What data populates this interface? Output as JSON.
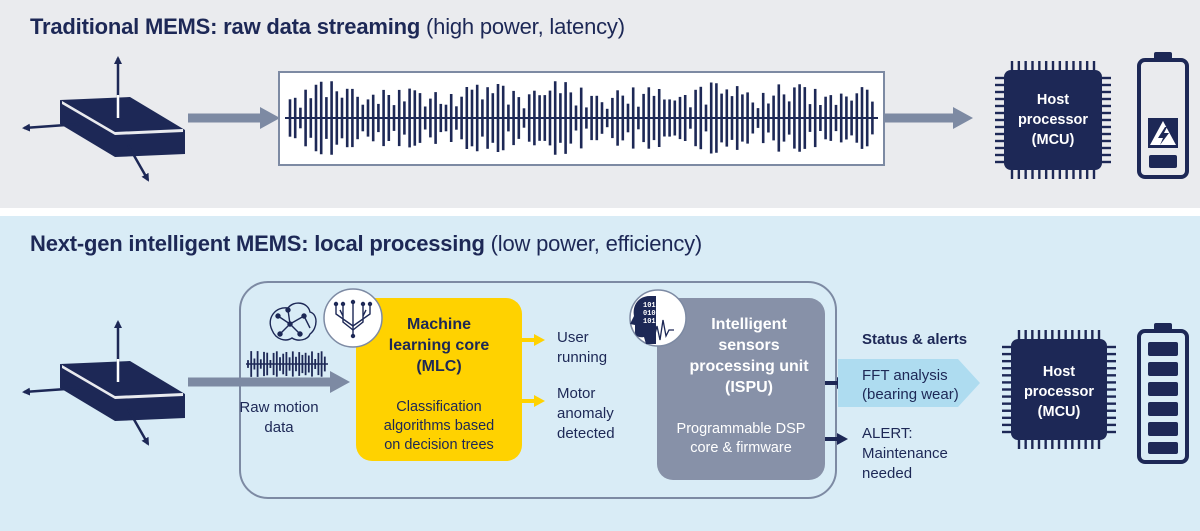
{
  "top": {
    "title_bold": "Traditional MEMS: raw data streaming",
    "title_light": "(high power, latency)",
    "host": [
      "Host",
      "processor",
      "(MCU)"
    ]
  },
  "bottom": {
    "title_bold": "Next-gen intelligent MEMS: local processing",
    "title_light": "(low power, efficiency)",
    "raw_motion": [
      "Raw motion",
      "data"
    ],
    "mlc": {
      "title": [
        "Machine",
        "learning core",
        "(MLC)"
      ],
      "desc": [
        "Classification",
        "algorithms based",
        "on decision trees"
      ]
    },
    "mlc_outputs": {
      "user": [
        "User",
        "running"
      ],
      "motor": [
        "Motor",
        "anomaly",
        "detected"
      ]
    },
    "ispu": {
      "icon_text": [
        "101",
        "0101",
        "1010"
      ],
      "title": [
        "Intelligent",
        "sensors",
        "processing unit",
        "(ISPU)"
      ],
      "desc": [
        "Programmable DSP",
        "core & firmware"
      ]
    },
    "status": {
      "header": "Status & alerts",
      "fft": [
        "FFT analysis",
        "(bearing wear)"
      ],
      "alert": [
        "ALERT:",
        "Maintenance",
        "needed"
      ]
    },
    "host": [
      "Host",
      "processor",
      "(MCU)"
    ]
  },
  "colors": {
    "navy": "#1d2856",
    "mlc_yellow": "#ffd200",
    "ispu_gray": "#8791a8",
    "arrow_gray": "#7d8aa3",
    "fft_arrow": "#aedcf0",
    "top_band": "#eaebee",
    "bottom_band": "#d9ecf6"
  }
}
